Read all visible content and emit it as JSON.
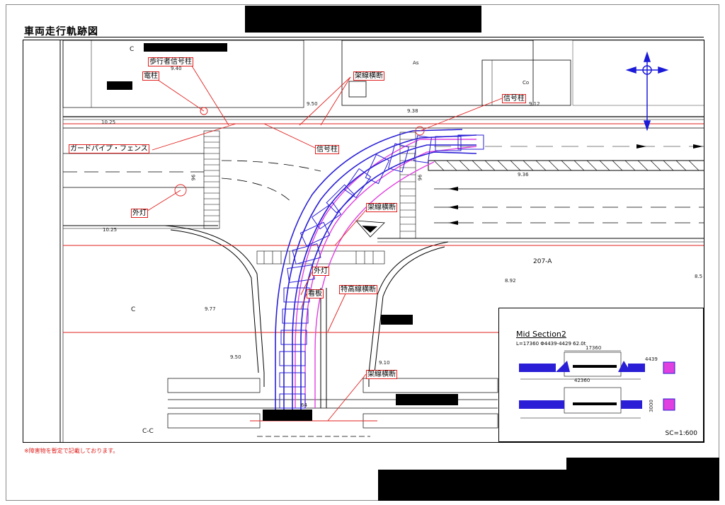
{
  "title": "車両走行軌跡図",
  "note": "※障害物を暫定で記載しております。",
  "callouts": {
    "pedestrian_signal": "歩行者信号柱",
    "utility_pole": "電柱",
    "overhead_line_1": "架線横断",
    "signal_pole_top": "信号柱",
    "guard_pipe_fence": "ガードパイプ・フェンス",
    "signal_pole_mid": "信号柱",
    "street_light_left": "外灯",
    "overhead_line_2": "架線横断",
    "street_light_center": "外灯",
    "signboard": "看板",
    "special_high_voltage": "特高線横断",
    "overhead_line_3": "架線横断"
  },
  "labels": {
    "c_top": "C",
    "c_mid": "C",
    "c_c": "C-C",
    "as_label": "As",
    "co_label": "Co",
    "lvl_940": "9.40",
    "lvl_950": "9.50",
    "lvl_938": "9.38",
    "lvl_912": "9.12",
    "lvl_1025_top": "10.25",
    "lvl_1025_mid": "10.25",
    "lvl_936": "9.36",
    "lvl_892": "8.92",
    "lvl_977": "9.77",
    "lvl_950_low": "9.50",
    "lvl_910": "9.10",
    "lvl_85": "8.5",
    "num_96_left": "96",
    "num_96_right": "96",
    "label_207a": "207-A",
    "label_64": "64"
  },
  "inset": {
    "title": "Mid Section2",
    "spec": "L=17360 Φ4439-4429   62.0t",
    "dim_17360": "17360",
    "dim_42360": "42360",
    "dim_4439": "4439",
    "dim_3000": "3000",
    "scale": "SC=1:600"
  },
  "colors": {
    "trajectory_blue": "#2a1fd6",
    "trajectory_magenta": "#e040e0",
    "callout_red": "#e0201e",
    "compass_blue": "#1a1ad8"
  }
}
